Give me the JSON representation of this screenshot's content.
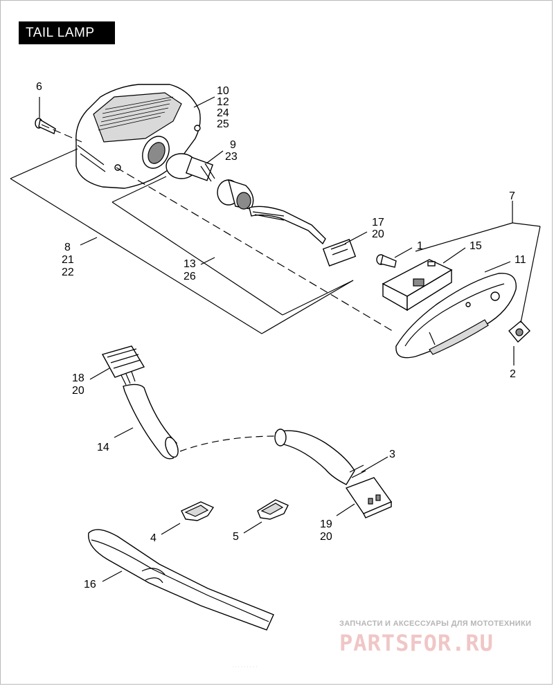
{
  "title": "TAIL LAMP",
  "callouts": {
    "c1": "1",
    "c2": "2",
    "c3": "3",
    "c4": "4",
    "c5": "5",
    "c6": "6",
    "c7": "7",
    "c8a": "8",
    "c8b": "21",
    "c8c": "22",
    "c9a": "9",
    "c9b": "23",
    "c10a": "10",
    "c10b": "12",
    "c10c": "24",
    "c10d": "25",
    "c11": "11",
    "c13a": "13",
    "c13b": "26",
    "c14": "14",
    "c15": "15",
    "c16": "16",
    "c17a": "17",
    "c17b": "20",
    "c18a": "18",
    "c18b": "20",
    "c19a": "19",
    "c19b": "20"
  },
  "watermark": {
    "tagline": "ЗАПЧАСТИ И АКСЕССУАРЫ ДЛЯ МОТОТЕХНИКИ",
    "logo": "PARTSFOR.RU"
  },
  "footer": "· · · · · · · · ·"
}
